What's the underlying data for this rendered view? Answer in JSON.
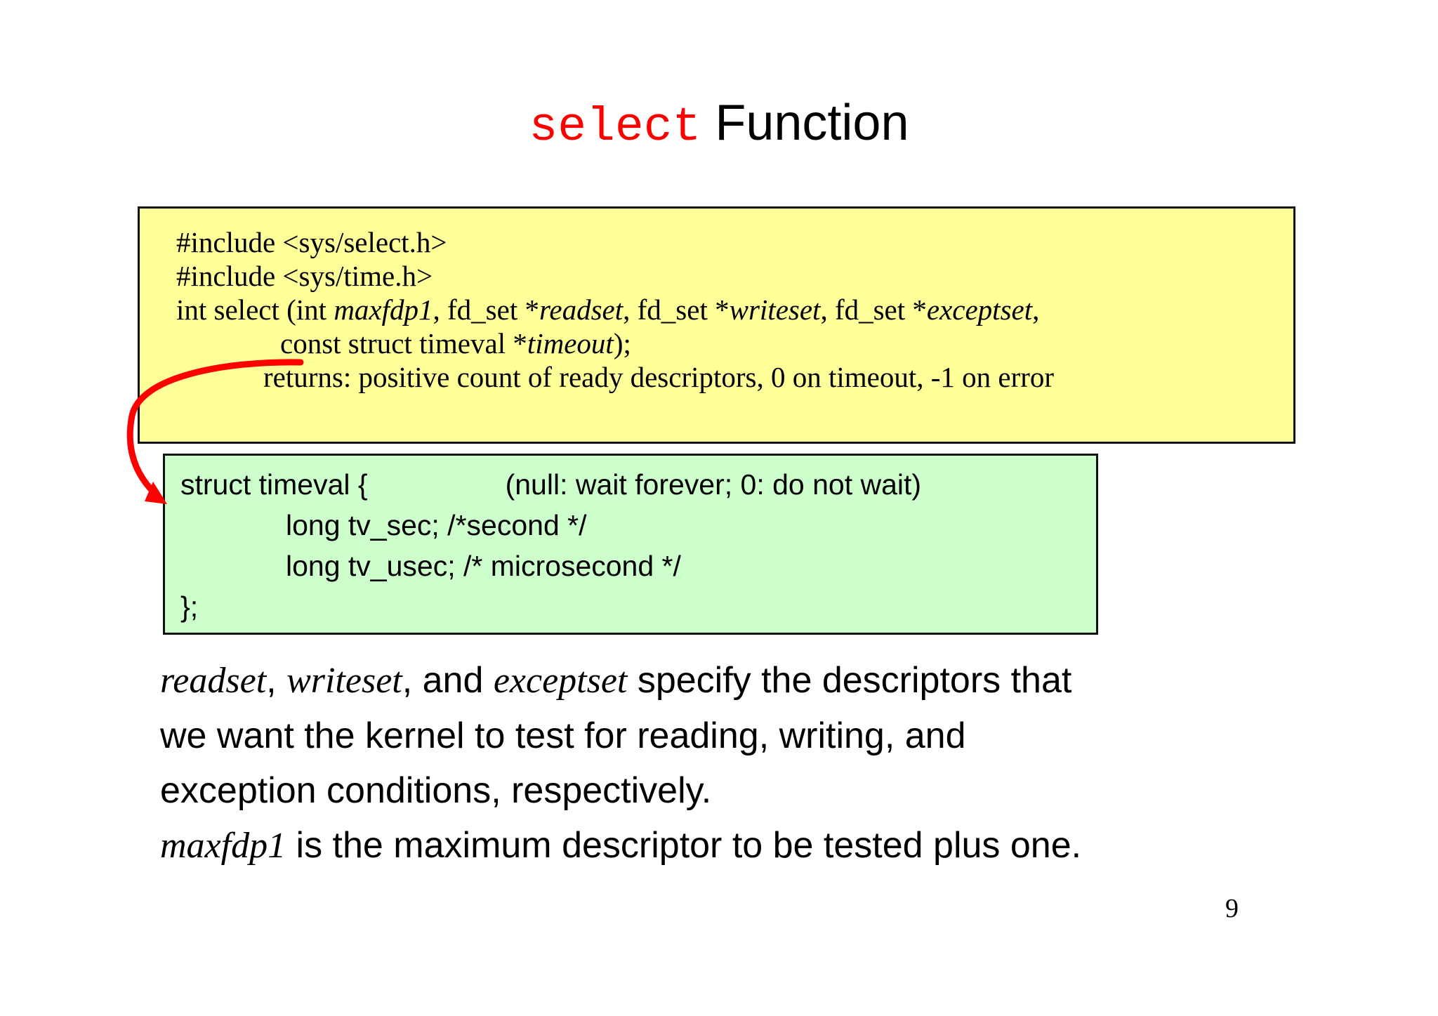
{
  "slide": {
    "title": {
      "code_part": "select",
      "rest_part": " Function"
    },
    "page_number": "9",
    "colors": {
      "title_code": "#ff0000",
      "yellow_box_bg": "#ffff99",
      "green_box_bg": "#ccffcc",
      "box_border": "#111111",
      "arrow": "#ff0000",
      "text": "#000000"
    }
  },
  "prototype_box": {
    "line1": "#include <sys/select.h>",
    "line2": "#include <sys/time.h>",
    "line3": {
      "a": "int select (int ",
      "p1": "maxfdp1",
      "b": ", fd_set *",
      "p2": "readset",
      "c": ", fd_set *",
      "p3": "writeset",
      "d": ", fd_set *",
      "p4": "exceptset",
      "e": ","
    },
    "line4": {
      "a": "const struct timeval *",
      "p1": "timeout",
      "b": ");"
    },
    "line5": "returns: positive count of ready descriptors, 0 on timeout, -1 on error"
  },
  "struct_box": {
    "line1_code": "struct timeval {",
    "line1_comment": "(null: wait forever; 0: do not wait)",
    "line2": "long tv_sec; /*second */",
    "line3": "long tv_usec; /* microsecond */",
    "line4": "};"
  },
  "body": {
    "line1": {
      "i1": "readset",
      "t1": ", ",
      "i2": "writeset",
      "t2": ", and ",
      "i3": "exceptset",
      "t3": " specify the descriptors that"
    },
    "line2": "we want the kernel to test for reading, writing, and",
    "line3": "exception conditions, respectively.",
    "line4": {
      "i1": "maxfdp1",
      "t1": " is the maximum descriptor to be tested plus one."
    }
  }
}
